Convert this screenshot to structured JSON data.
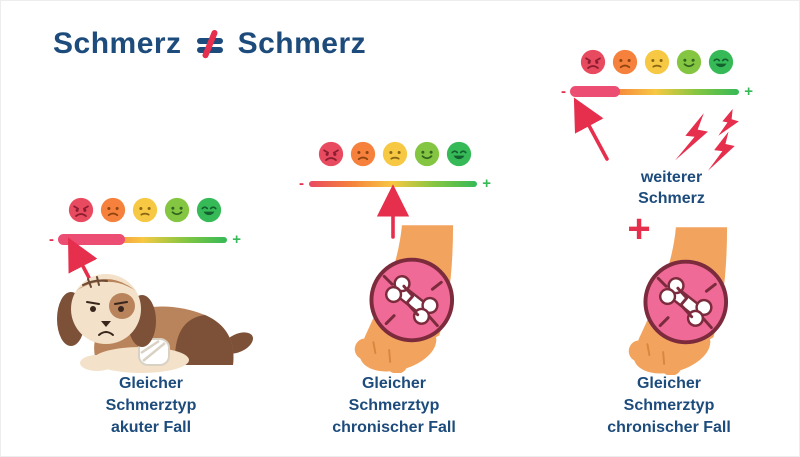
{
  "title": {
    "word1": "Schmerz",
    "not_equal_symbol": "≠",
    "word2": "Schmerz"
  },
  "pain_scale": {
    "minus_label": "-",
    "plus_label": "+",
    "face_icons": [
      "face-very-bad",
      "face-bad",
      "face-medium",
      "face-good",
      "face-very-good"
    ]
  },
  "columns": [
    {
      "caption": [
        "Gleicher",
        "Schmerztyp",
        "akuter Fall"
      ],
      "illustration": "dog-with-bandaged-paw"
    },
    {
      "caption": [
        "Gleicher",
        "Schmerztyp",
        "chronischer Fall"
      ],
      "illustration": "paw-with-inflamed-joint"
    },
    {
      "caption": [
        "Gleicher",
        "Schmerztyp",
        "chronischer Fall"
      ],
      "illustration": "paw-with-inflamed-joint",
      "extra_pain_label": [
        "weiterer",
        "Schmerz"
      ],
      "plus_symbol": "+"
    }
  ],
  "icons": {
    "arrow": "up-arrow",
    "lightning": "pain-flash",
    "not_equal": "not-equal"
  },
  "colors": {
    "navy": "#1c4b7c",
    "red": "#e62e4d",
    "bar_fill": "#ec4d72",
    "face1": "#e84a5f",
    "face2": "#f5813c",
    "face3": "#f7c843",
    "face4": "#84c641",
    "face5": "#35ba57",
    "paw": "#f2a45f",
    "paw_shadow": "#d9863f",
    "joint_pink": "#ef6a97",
    "joint_dark": "#7c2b3d",
    "dog_brown": "#b9845c",
    "dog_dark": "#7c5138",
    "dog_cream": "#f3e2c9"
  }
}
